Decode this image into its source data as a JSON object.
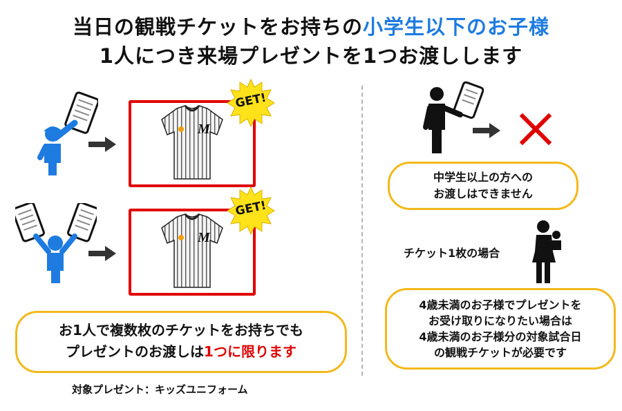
{
  "headline": {
    "line1_prefix": "当日の観戦チケットをお持ちの",
    "line1_highlight": "小学生以下のお子様",
    "line2": "1人につき来場プレゼントを1つお渡しします"
  },
  "left_panel": {
    "badge_1": "GET!",
    "badge_2": "GET!",
    "note_line1": "お1人で複数枚のチケットをお持ちでも",
    "note_line2_prefix": "プレゼントのお渡しは",
    "note_line2_highlight": "1つに限ります",
    "caption": "対象プレゼント：キッズユニフォーム"
  },
  "right_panel": {
    "not_eligible_line1": "中学生以上の方への",
    "not_eligible_line2": "お渡しはできません",
    "single_ticket_label": "チケット1枚の場合",
    "infant_note_lines": [
      "4歳未満のお子様でプレゼントを",
      "お受け取りになりたい場合は",
      "4歳未満のお子様分の対象試合日",
      "の観戦チケットが必要です"
    ]
  },
  "colors": {
    "accent_blue": "#1e7be0",
    "accent_red": "#e00000",
    "badge_yellow": "#ffe21a",
    "pill_border": "#f3b81a"
  },
  "icons": [
    "child-holding-ticket-icon",
    "child-holding-two-tickets-icon",
    "adult-holding-ticket-icon",
    "parent-with-infant-icon",
    "arrow-right-icon",
    "cross-mark-icon",
    "uniform-jersey-icon"
  ]
}
